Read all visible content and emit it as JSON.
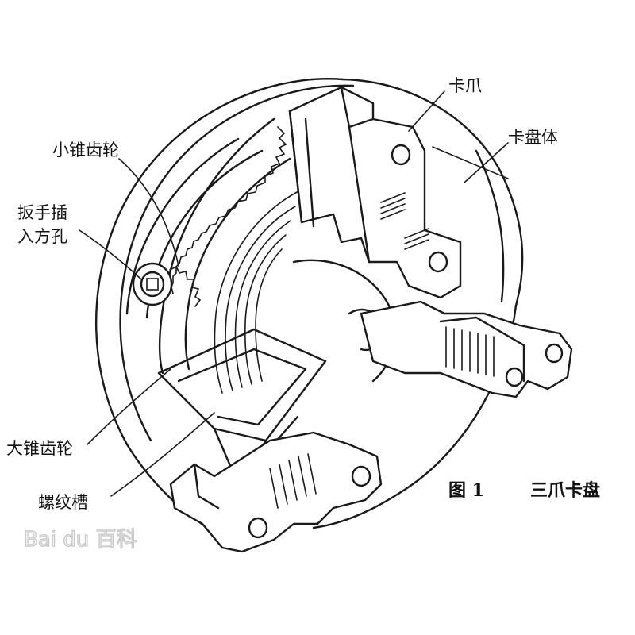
{
  "labels": {
    "jaw": "卡爪",
    "chuck_body": "卡盘体",
    "small_bevel_gear": "小锥齿轮",
    "wrench_hole_line1": "扳手插",
    "wrench_hole_line2": "入方孔",
    "large_bevel_gear": "大锥齿轮",
    "spiral_groove": "螺纹槽"
  },
  "caption": {
    "figure_number": "图 1",
    "title": "三爪卡盘"
  },
  "watermark": "Bai du 百科",
  "colors": {
    "line": "#1a1a1a",
    "background": "#ffffff",
    "watermark": "#c9c9c9"
  }
}
